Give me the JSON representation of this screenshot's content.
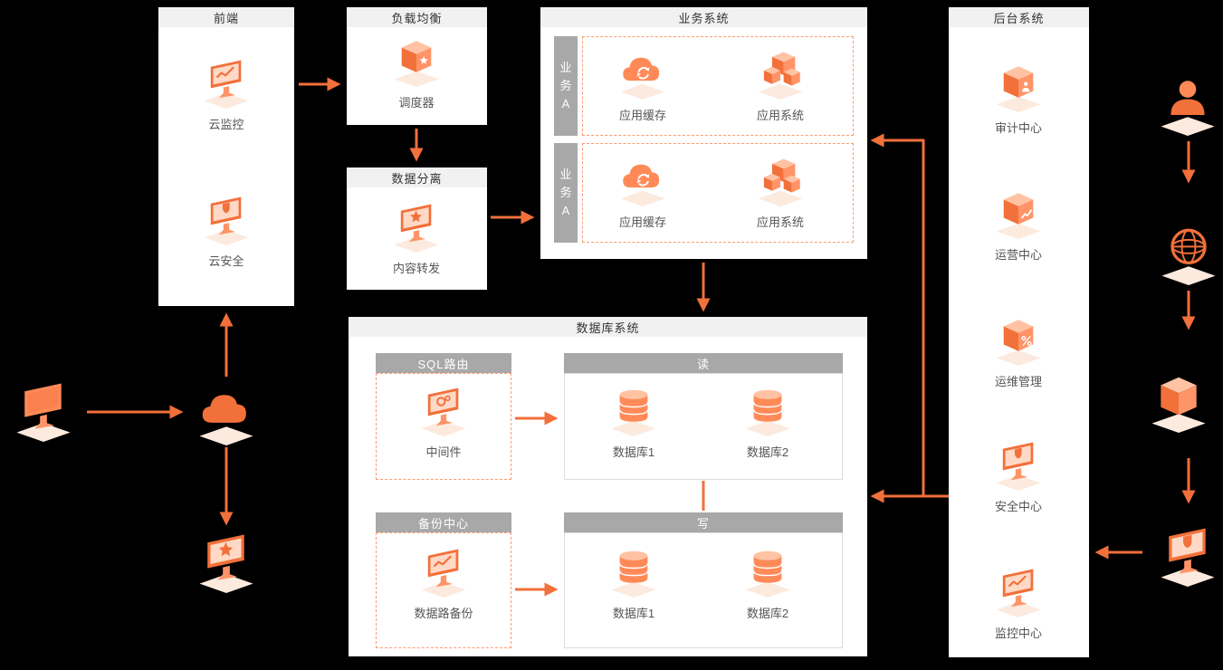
{
  "colors": {
    "canvas_bg": "#000000",
    "panel_bg": "#ffffff",
    "panel_header_bg": "#f1f1f1",
    "subheader_bg": "#a8a8a8",
    "accent_orange": "#f2703a",
    "dashed_border": "#ff9a70"
  },
  "frontend": {
    "title": "前端",
    "items": [
      {
        "label": "云监控",
        "icon": "cloud-monitor-icon"
      },
      {
        "label": "云安全",
        "icon": "cloud-security-icon"
      }
    ]
  },
  "load_balancing": {
    "title": "负载均衡",
    "item": {
      "label": "调度器",
      "icon": "scheduler-icon"
    }
  },
  "data_separation": {
    "title": "数据分离",
    "item": {
      "label": "内容转发",
      "icon": "content-forwarding-icon"
    }
  },
  "business_system": {
    "title": "业务系统",
    "rows": [
      {
        "tab": "业务A",
        "items": [
          {
            "label": "应用缓存",
            "icon": "app-cache-icon"
          },
          {
            "label": "应用系统",
            "icon": "app-system-icon"
          }
        ]
      },
      {
        "tab": "业务A",
        "items": [
          {
            "label": "应用缓存",
            "icon": "app-cache-icon"
          },
          {
            "label": "应用系统",
            "icon": "app-system-icon"
          }
        ]
      }
    ]
  },
  "database_system": {
    "title": "数据库系统",
    "sql_routing": {
      "title": "SQL路由",
      "item": {
        "label": "中间件",
        "icon": "middleware-icon"
      }
    },
    "read": {
      "title": "读",
      "items": [
        {
          "label": "数据库1",
          "icon": "database-icon"
        },
        {
          "label": "数据库2",
          "icon": "database-icon"
        }
      ]
    },
    "backup": {
      "title": "备份中心",
      "item": {
        "label": "数据路备份",
        "icon": "data-backup-icon"
      }
    },
    "write": {
      "title": "写",
      "items": [
        {
          "label": "数据库1",
          "icon": "database-icon"
        },
        {
          "label": "数据库2",
          "icon": "database-icon"
        }
      ]
    }
  },
  "backend_system": {
    "title": "后台系统",
    "items": [
      {
        "label": "审计中心",
        "icon": "audit-center-icon"
      },
      {
        "label": "运营中心",
        "icon": "operations-center-icon"
      },
      {
        "label": "运维管理",
        "icon": "om-management-icon"
      },
      {
        "label": "安全中心",
        "icon": "security-center-icon"
      },
      {
        "label": "监控中心",
        "icon": "monitoring-center-icon"
      }
    ]
  },
  "external_left": {
    "icons": [
      "desktop-icon",
      "cloud-icon",
      "desktop-star-icon"
    ]
  },
  "external_right": {
    "icons": [
      "user-icon",
      "globe-icon",
      "cube-icon",
      "security-desktop-icon"
    ]
  }
}
